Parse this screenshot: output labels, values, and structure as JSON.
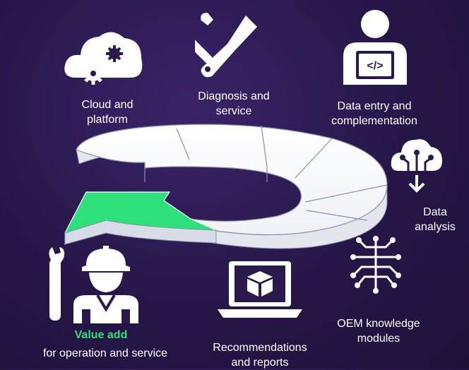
{
  "labels": {
    "cloud": [
      "Cloud and",
      "platform"
    ],
    "diagnosis": [
      "Diagnosis and",
      "service"
    ],
    "data_entry": [
      "Data entry and",
      "complementation"
    ],
    "data_analysis": [
      "Data",
      "analysis"
    ],
    "oem": [
      "OEM knowledge",
      "modules"
    ],
    "recommendations": [
      "Recommendations",
      "and reports"
    ],
    "value_add": "Value add",
    "value_add_sub": "for operation and service"
  },
  "icons": {
    "cloud": "cloud-gears-icon",
    "diagnosis": "wrench-screwdriver-icon",
    "data_entry": "person-laptop-code-icon",
    "data_analysis": "cloud-network-icon",
    "oem": "brain-circuit-icon",
    "recommendations": "laptop-box-icon",
    "value_add": "worker-wrench-icon"
  },
  "colors": {
    "background": "#261648",
    "ring": "#ffffff",
    "arrow": "#2ee07a",
    "accent_text": "#2ee07a"
  }
}
